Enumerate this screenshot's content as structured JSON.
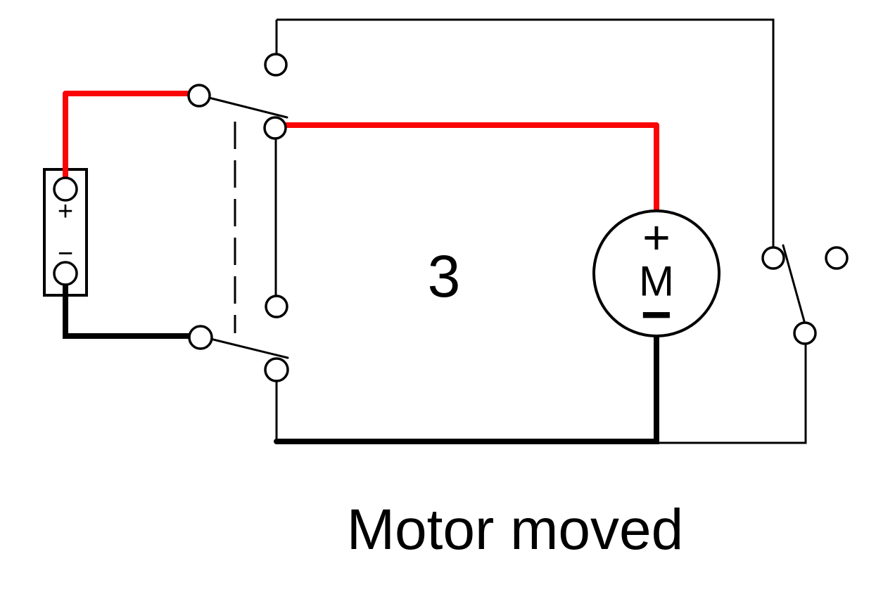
{
  "diagram": {
    "step_number": "3",
    "caption": "Motor moved",
    "motor": {
      "label": "M",
      "plus_terminal": "+",
      "minus_terminal": "−"
    },
    "battery": {
      "plus_terminal": "+",
      "minus_terminal": "−"
    },
    "colors": {
      "positive_wire": "#fa0505",
      "negative_wire": "#000000",
      "line": "#000000",
      "background": "#ffffff"
    }
  }
}
